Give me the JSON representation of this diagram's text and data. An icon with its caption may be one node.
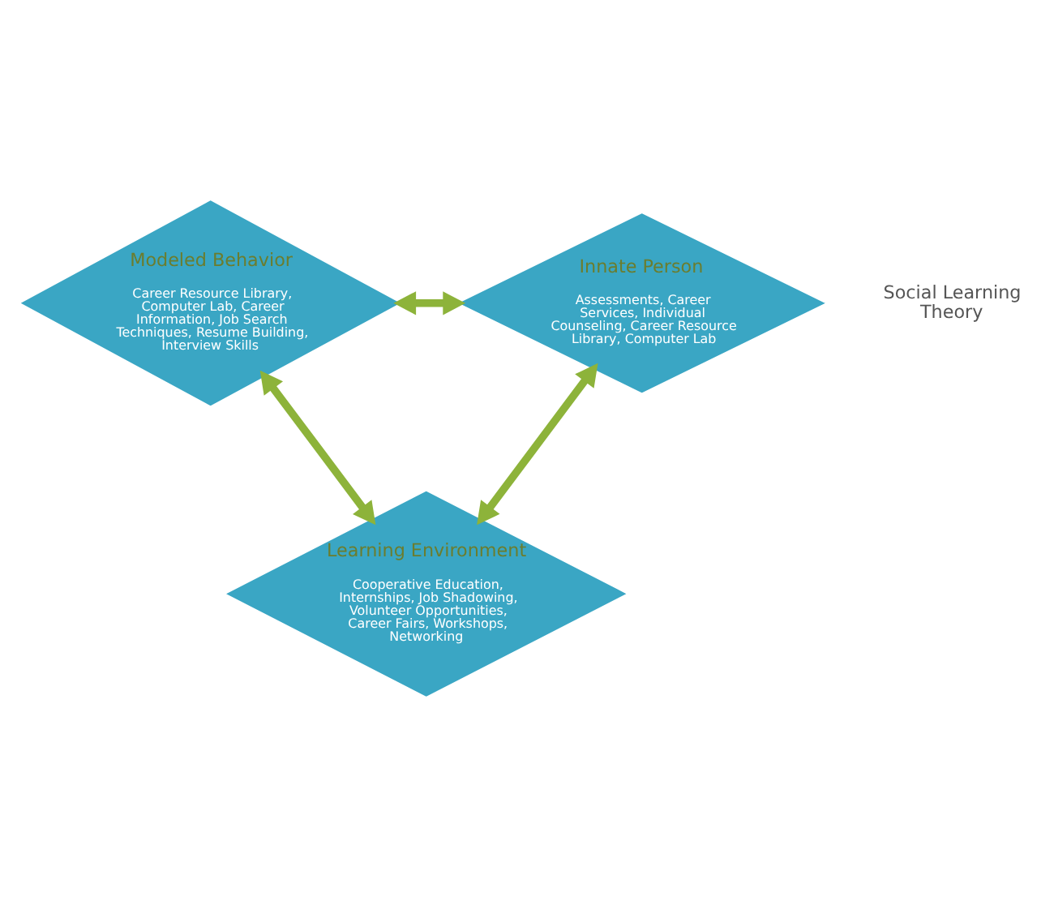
{
  "diagram": {
    "nodes": [
      {
        "text": [
          "Modeled Behavior",
          "Career Resource Library, Computer Lab, Career Information, Job Search Techniques, Resume Building, Interview Skills"
        ]
      },
      {
        "text": [
          "Innate Person",
          "Assessments, Career Services, Individual Counseling, Career Resource Library, Computer Lab"
        ]
      },
      {
        "text": [
          "Learning Environment",
          "Cooperative Education, Internships, Job Shadowing, Volunteer Opportunities, Career Fairs, Workshops, Networking"
        ]
      }
    ],
    "edges": [
      {
        "from": 0,
        "to": 1,
        "arrow": "both"
      },
      {
        "from": 0,
        "to": 2,
        "arrow": "both"
      },
      {
        "from": 1,
        "to": 2,
        "arrow": "both"
      }
    ],
    "labels": [
      "Social Learning Theory"
    ]
  }
}
